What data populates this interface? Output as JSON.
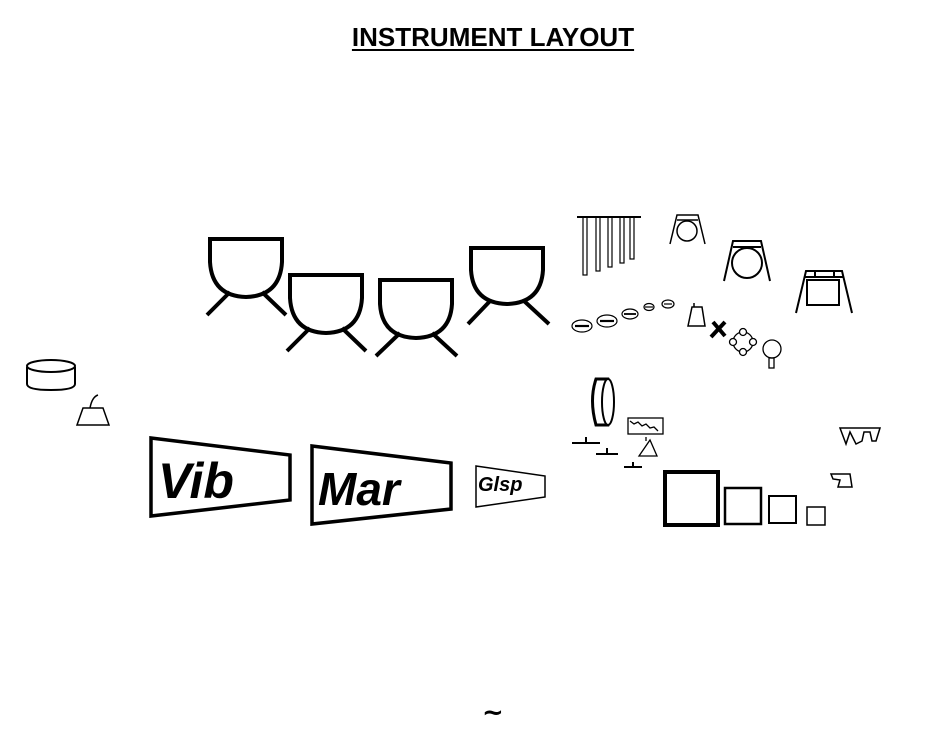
{
  "title": "INSTRUMENT LAYOUT",
  "labels": {
    "vibraphone": "Vib",
    "marimba": "Mar",
    "glockenspiel": "Glsp"
  },
  "footer": "~",
  "colors": {
    "ink": "#000000",
    "paper": "#ffffff"
  }
}
